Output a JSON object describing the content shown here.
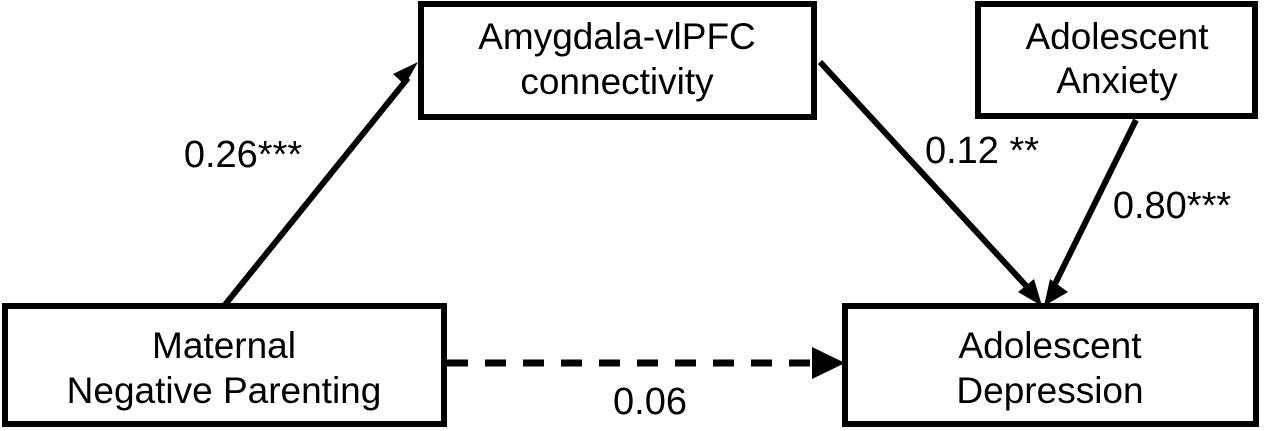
{
  "diagram": {
    "type": "path-diagram",
    "background_color": "#ffffff",
    "stroke_color": "#000000",
    "nodes": [
      {
        "id": "amygdala-vlpfc",
        "line1": "Amygdala-vlPFC",
        "line2": "connectivity"
      },
      {
        "id": "adolescent-anxiety",
        "line1": "Adolescent",
        "line2": "Anxiety"
      },
      {
        "id": "maternal-negative-parenting",
        "line1": "Maternal",
        "line2": "Negative Parenting"
      },
      {
        "id": "adolescent-depression",
        "line1": "Adolescent",
        "line2": "Depression"
      }
    ],
    "edges": [
      {
        "id": "parenting-to-connectivity",
        "from": "maternal-negative-parenting",
        "to": "amygdala-vlpfc",
        "coefficient": "0.26***",
        "style": "solid",
        "significant": true
      },
      {
        "id": "connectivity-to-depression",
        "from": "amygdala-vlpfc",
        "to": "adolescent-depression",
        "coefficient": "0.12 **",
        "style": "solid",
        "significant": true
      },
      {
        "id": "anxiety-to-depression",
        "from": "adolescent-anxiety",
        "to": "adolescent-depression",
        "coefficient": "0.80***",
        "style": "solid",
        "significant": true
      },
      {
        "id": "parenting-to-depression",
        "from": "maternal-negative-parenting",
        "to": "adolescent-depression",
        "coefficient": "0.06",
        "style": "dashed",
        "significant": false
      }
    ]
  }
}
